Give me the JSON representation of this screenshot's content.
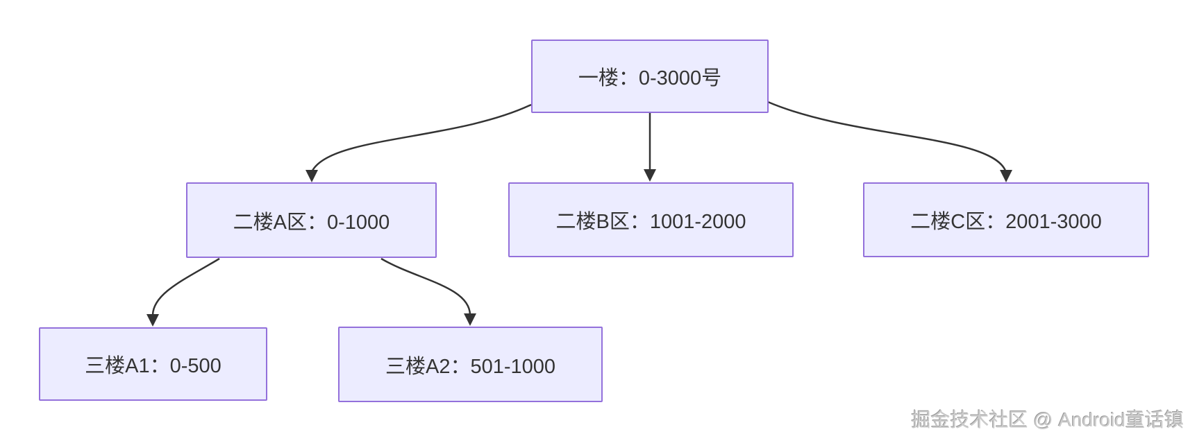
{
  "diagram": {
    "type": "flowchart",
    "direction": "top-down",
    "nodes": [
      {
        "id": "floor-1",
        "label": "一楼：0-3000号"
      },
      {
        "id": "floor-2a",
        "label": "二楼A区：0-1000"
      },
      {
        "id": "floor-2b",
        "label": "二楼B区：1001-2000"
      },
      {
        "id": "floor-2c",
        "label": "二楼C区：2001-3000"
      },
      {
        "id": "floor-3a1",
        "label": "三楼A1：0-500"
      },
      {
        "id": "floor-3a2",
        "label": "三楼A2：501-1000"
      }
    ],
    "edges": [
      {
        "from": "floor-1",
        "to": "floor-2a"
      },
      {
        "from": "floor-1",
        "to": "floor-2b"
      },
      {
        "from": "floor-1",
        "to": "floor-2c"
      },
      {
        "from": "floor-2a",
        "to": "floor-3a1"
      },
      {
        "from": "floor-2a",
        "to": "floor-3a2"
      }
    ],
    "colors": {
      "node_fill": "#ECECFF",
      "node_border": "#9370DB",
      "edge_stroke": "#333333",
      "text": "#333333",
      "background": "#FFFFFF"
    }
  },
  "watermark": {
    "text": "掘金技术社区 @ Android童话镇"
  }
}
